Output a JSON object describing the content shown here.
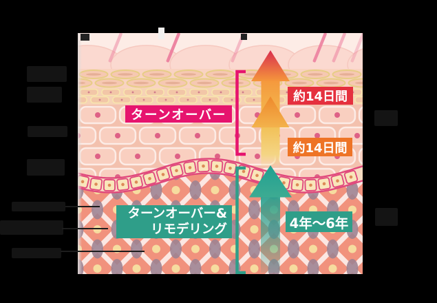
{
  "epidermis": {
    "turnover_label": "ターンオーバー",
    "upper_duration": "約14日間",
    "lower_duration": "約14日間",
    "label_bg": "#e6146e",
    "upper_duration_bg": "#e5303e",
    "lower_duration_bg": "#ee7426",
    "bracket_color": "#e6146e"
  },
  "dermis": {
    "turnover_label_line1": "ターンオーバー&",
    "turnover_label_line2": "リモデリング",
    "duration": "4年〜6年",
    "label_bg": "#2f9e89",
    "duration_bg": "#2f9e89",
    "bracket_color": "#2f9e89"
  }
}
